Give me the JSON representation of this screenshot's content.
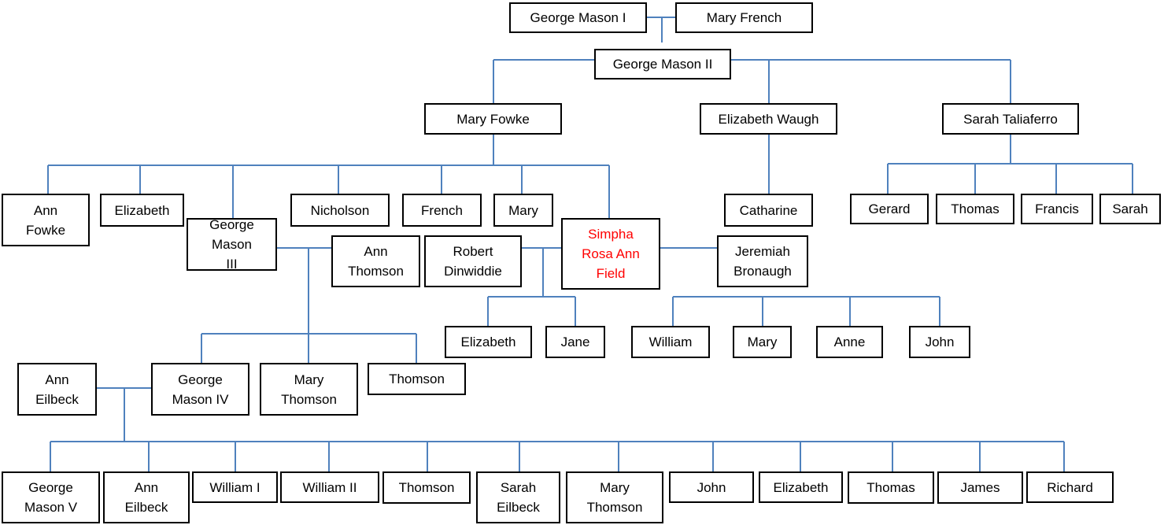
{
  "colors": {
    "connector": "#4f81bd",
    "box_border": "#000000",
    "box_text": "#000000",
    "highlight_text": "#ff0000"
  },
  "people": {
    "george_mason_i": "George Mason I",
    "mary_french": "Mary French",
    "george_mason_ii": "George Mason II",
    "mary_fowke": "Mary Fowke",
    "elizabeth_waugh": "Elizabeth Waugh",
    "sarah_taliaferro": "Sarah Taliaferro",
    "ann_fowke": "Ann Fowke",
    "elizabeth_1": "Elizabeth",
    "george_mason_iii": "George Mason III",
    "nicholson": "Nicholson",
    "french": "French",
    "mary_1": "Mary",
    "simpha_rosa_ann_field": "Simpha Rosa Ann Field",
    "catharine": "Catharine",
    "gerard": "Gerard",
    "thomas_1": "Thomas",
    "francis": "Francis",
    "sarah": "Sarah",
    "ann_thomson": "Ann Thomson",
    "robert_dinwiddie": "Robert Dinwiddie",
    "jeremiah_bronaugh": "Jeremiah Bronaugh",
    "elizabeth_2": "Elizabeth",
    "jane": "Jane",
    "william": "William",
    "mary_2": "Mary",
    "anne": "Anne",
    "john_1": "John",
    "ann_eilbeck": "Ann Eilbeck",
    "george_mason_iv": "George Mason IV",
    "mary_thomson_1": "Mary Thomson",
    "thomson_1": "Thomson",
    "george_mason_v": "George Mason V",
    "ann_eilbeck_2": "Ann Eilbeck",
    "william_i": "William I",
    "william_ii": "William II",
    "thomson_2": "Thomson",
    "sarah_eilbeck": "Sarah Eilbeck",
    "mary_thomson_2": "Mary Thomson",
    "john_2": "John",
    "elizabeth_3": "Elizabeth",
    "thomas_2": "Thomas",
    "james": "James",
    "richard": "Richard"
  }
}
